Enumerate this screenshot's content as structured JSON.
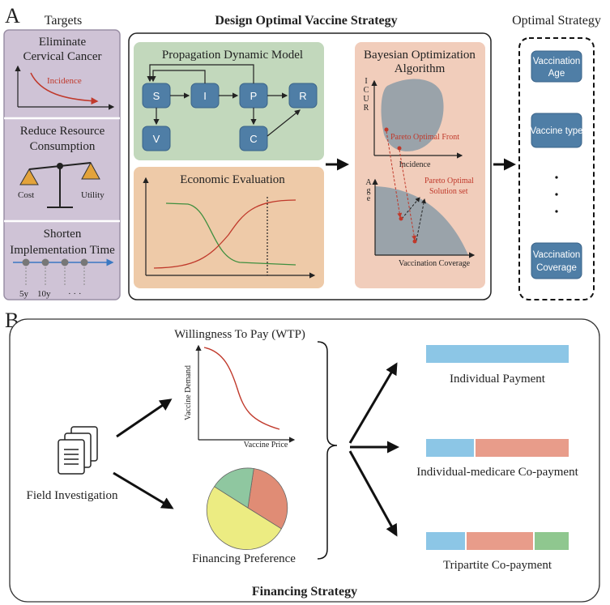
{
  "panel_a": {
    "letter": "A",
    "targets": {
      "header": "Targets",
      "t1_line1": "Eliminate",
      "t1_line2": "Cervical Cancer",
      "t1_curve_label": "Incidence",
      "t2_line1": "Reduce Resource",
      "t2_line2": "Consumption",
      "t2_left": "Cost",
      "t2_right": "Utility",
      "t3_line1": "Shorten",
      "t3_line2": "Implementation Time",
      "timeline_labels": [
        "5y",
        "10y",
        "· · ·"
      ]
    },
    "design_title": "Design Optimal Vaccine Strategy",
    "propagation": {
      "title": "Propagation Dynamic Model",
      "nodes": {
        "S": "S",
        "I": "I",
        "P": "P",
        "R": "R",
        "V": "V",
        "C": "C"
      }
    },
    "economic": {
      "title": "Economic Evaluation"
    },
    "bayes": {
      "title_line1": "Bayesian Optimization",
      "title_line2": "Algorithm",
      "top_ylabel": [
        "I",
        "C",
        "U",
        "R"
      ],
      "top_xlabel": "Incidence",
      "pareto_front": "Pareto Optimal Front",
      "bottom_ylabel": [
        "A",
        "g",
        "e"
      ],
      "bottom_xlabel": "Vaccination Coverage",
      "pareto_set_line1": "Pareto Optimal",
      "pareto_set_line2": "Solution set"
    },
    "optimal": {
      "header": "Optimal Strategy",
      "box1_line1": "Vaccination",
      "box1_line2": "Age",
      "box2": "Vaccine type",
      "box3_line1": "Vaccination",
      "box3_line2": "Coverage"
    }
  },
  "panel_b": {
    "letter": "B",
    "wtp_title": "Willingness To Pay (WTP)",
    "wtp_ylabel": "Vaccine Demand",
    "wtp_xlabel": "Vaccine Price",
    "field_label": "Field Investigation",
    "financing_pref": "Financing Preference",
    "options": [
      "Individual Payment",
      "Individual-medicare Co-payment",
      "Tripartite Co-payment"
    ],
    "footer": "Financing Strategy"
  },
  "colors": {
    "target_bg": "#cfc3d6",
    "prop_bg": "#c2d8bc",
    "econ_bg": "#eecaa8",
    "bayes_bg": "#f1cdbb",
    "node": "#4f7ea6",
    "bar_blue": "#8cc6e6",
    "bar_salmon": "#e89c8a",
    "bar_green": "#8fc78f",
    "red": "#c0392b",
    "green": "#3f8f3f"
  }
}
